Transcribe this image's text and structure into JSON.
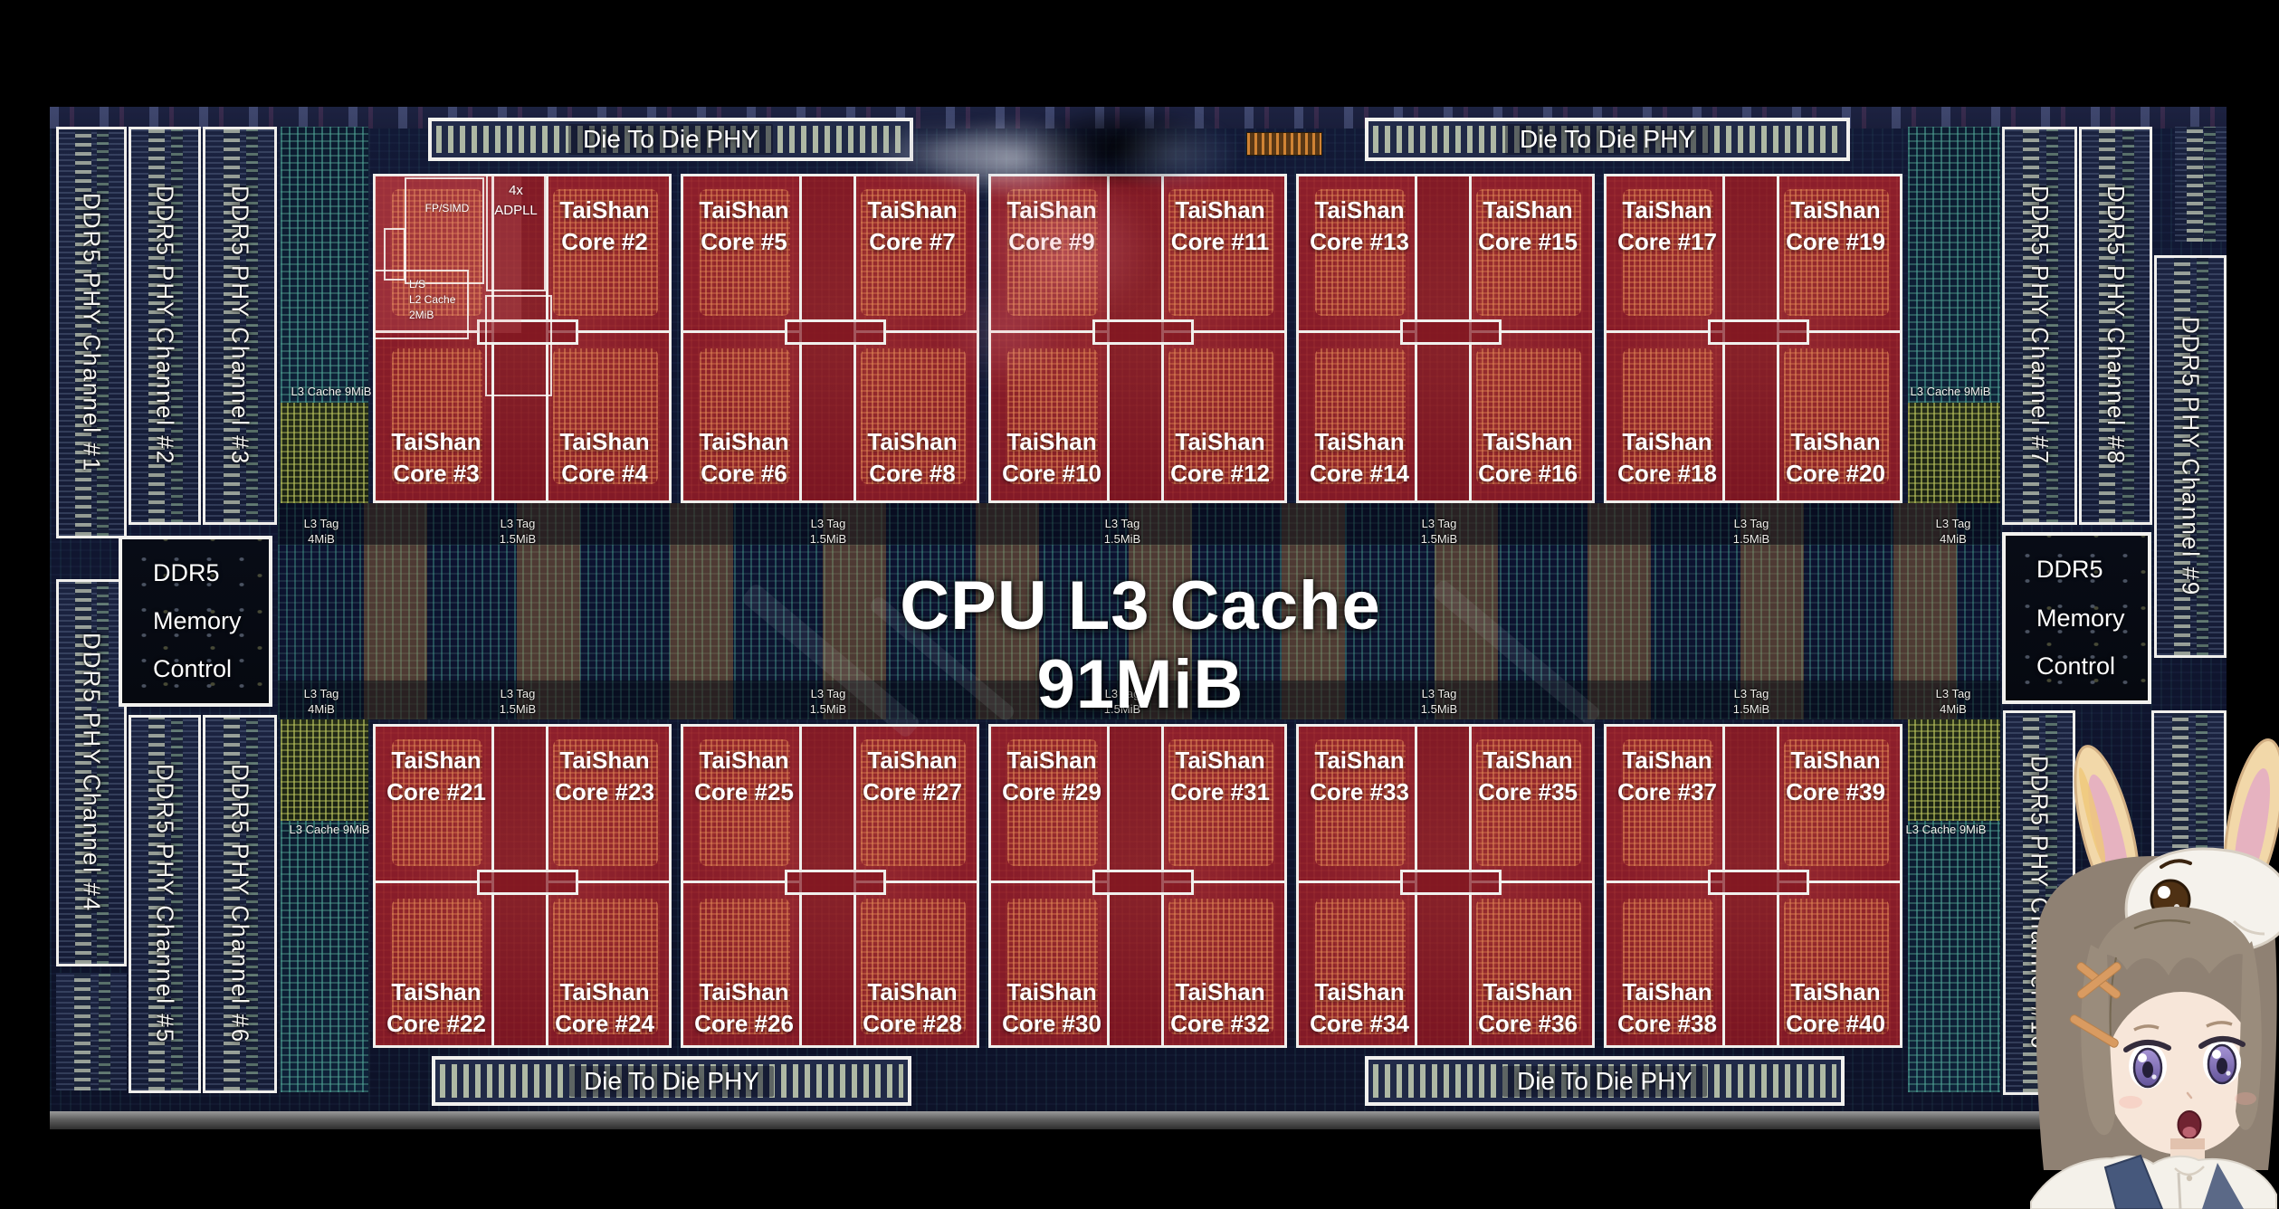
{
  "die": {
    "title": "CPU L3 Cache 91MiB",
    "d2d_label": "Die To Die PHY",
    "ddr_channels": {
      "left_top": [
        "DDR5 PHY Channel #1",
        "DDR5 PHY Channel #2",
        "DDR5 PHY Channel #3"
      ],
      "left_bottom": [
        "DDR5 PHY Channel #4",
        "DDR5 PHY Channel #5",
        "DDR5 PHY Channel #6"
      ],
      "right_top": [
        "DDR5 PHY Channel #7",
        "DDR5 PHY Channel #8",
        "DDR5 PHY Channel #9"
      ],
      "right_bottom": [
        "DDR5 PHY Channel #10",
        "DDR5 P"
      ]
    },
    "memory_control_lines": [
      "DDR5",
      "Memory",
      "Control"
    ],
    "l3_cache_label": "L3 Cache 9MiB",
    "l3_tag_4": {
      "line1": "L3 Tag",
      "line2": "4MiB"
    },
    "l3_tag_15": {
      "line1": "L3 Tag",
      "line2": "1.5MiB"
    },
    "core_prefix": "TaiShan",
    "core_clusters": {
      "top": [
        {
          "tl": "",
          "tr": "Core #2",
          "bl": "Core #3",
          "br": "Core #4"
        },
        {
          "tl": "Core #5",
          "tr": "Core #7",
          "bl": "Core #6",
          "br": "Core #8"
        },
        {
          "tl": "Core #9",
          "tr": "Core #11",
          "bl": "Core #10",
          "br": "Core #12"
        },
        {
          "tl": "Core #13",
          "tr": "Core #15",
          "bl": "Core #14",
          "br": "Core #16"
        },
        {
          "tl": "Core #17",
          "tr": "Core #19",
          "bl": "Core #18",
          "br": "Core #20"
        }
      ],
      "bottom": [
        {
          "tl": "Core #21",
          "tr": "Core #23",
          "bl": "Core #22",
          "br": "Core #24"
        },
        {
          "tl": "Core #25",
          "tr": "Core #27",
          "bl": "Core #26",
          "br": "Core #28"
        },
        {
          "tl": "Core #29",
          "tr": "Core #31",
          "bl": "Core #30",
          "br": "Core #32"
        },
        {
          "tl": "Core #33",
          "tr": "Core #35",
          "bl": "Core #34",
          "br": "Core #36"
        },
        {
          "tl": "Core #37",
          "tr": "Core #39",
          "bl": "Core #38",
          "br": "Core #40"
        }
      ]
    },
    "core1_annotations": {
      "fp_simd": "FP/SIMD",
      "adpll_line1": "4x",
      "adpll_line2": "ADPLL",
      "ls": "L/S",
      "l2_line1": "L2 Cache",
      "l2_line2": "2MiB"
    }
  },
  "colors": {
    "core_red": "#8c1e2b",
    "band_navy": "#0c1230",
    "teal_grid": "#4aa394",
    "olive_grid": "#9aa84a",
    "border_white": "#f0efec",
    "orange_grid": "#cd873c",
    "avatar_hair": "#8f8173",
    "avatar_eye": "#8d7fc0",
    "avatar_collar": "#46587c"
  }
}
